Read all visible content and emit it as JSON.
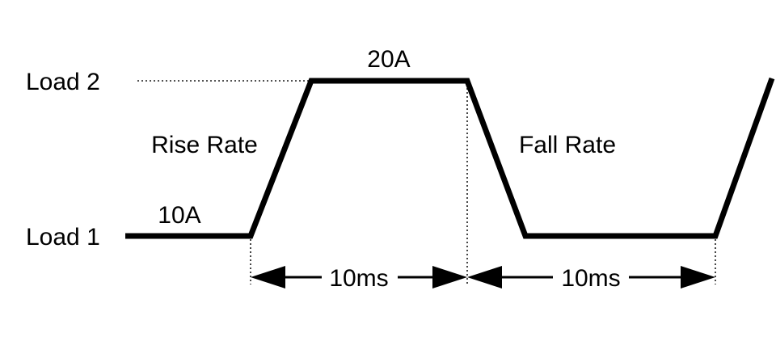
{
  "diagram": {
    "title": "load-transient-waveform",
    "colors": {
      "background": "#ffffff",
      "line": "#000000",
      "text": "#000000"
    },
    "labels": {
      "load2": "Load 2",
      "load1": "Load 1",
      "top_current": "20A",
      "base_current": "10A",
      "rise_rate": "Rise Rate",
      "fall_rate": "Fall Rate",
      "interval1": "10ms",
      "interval2": "10ms"
    }
  }
}
